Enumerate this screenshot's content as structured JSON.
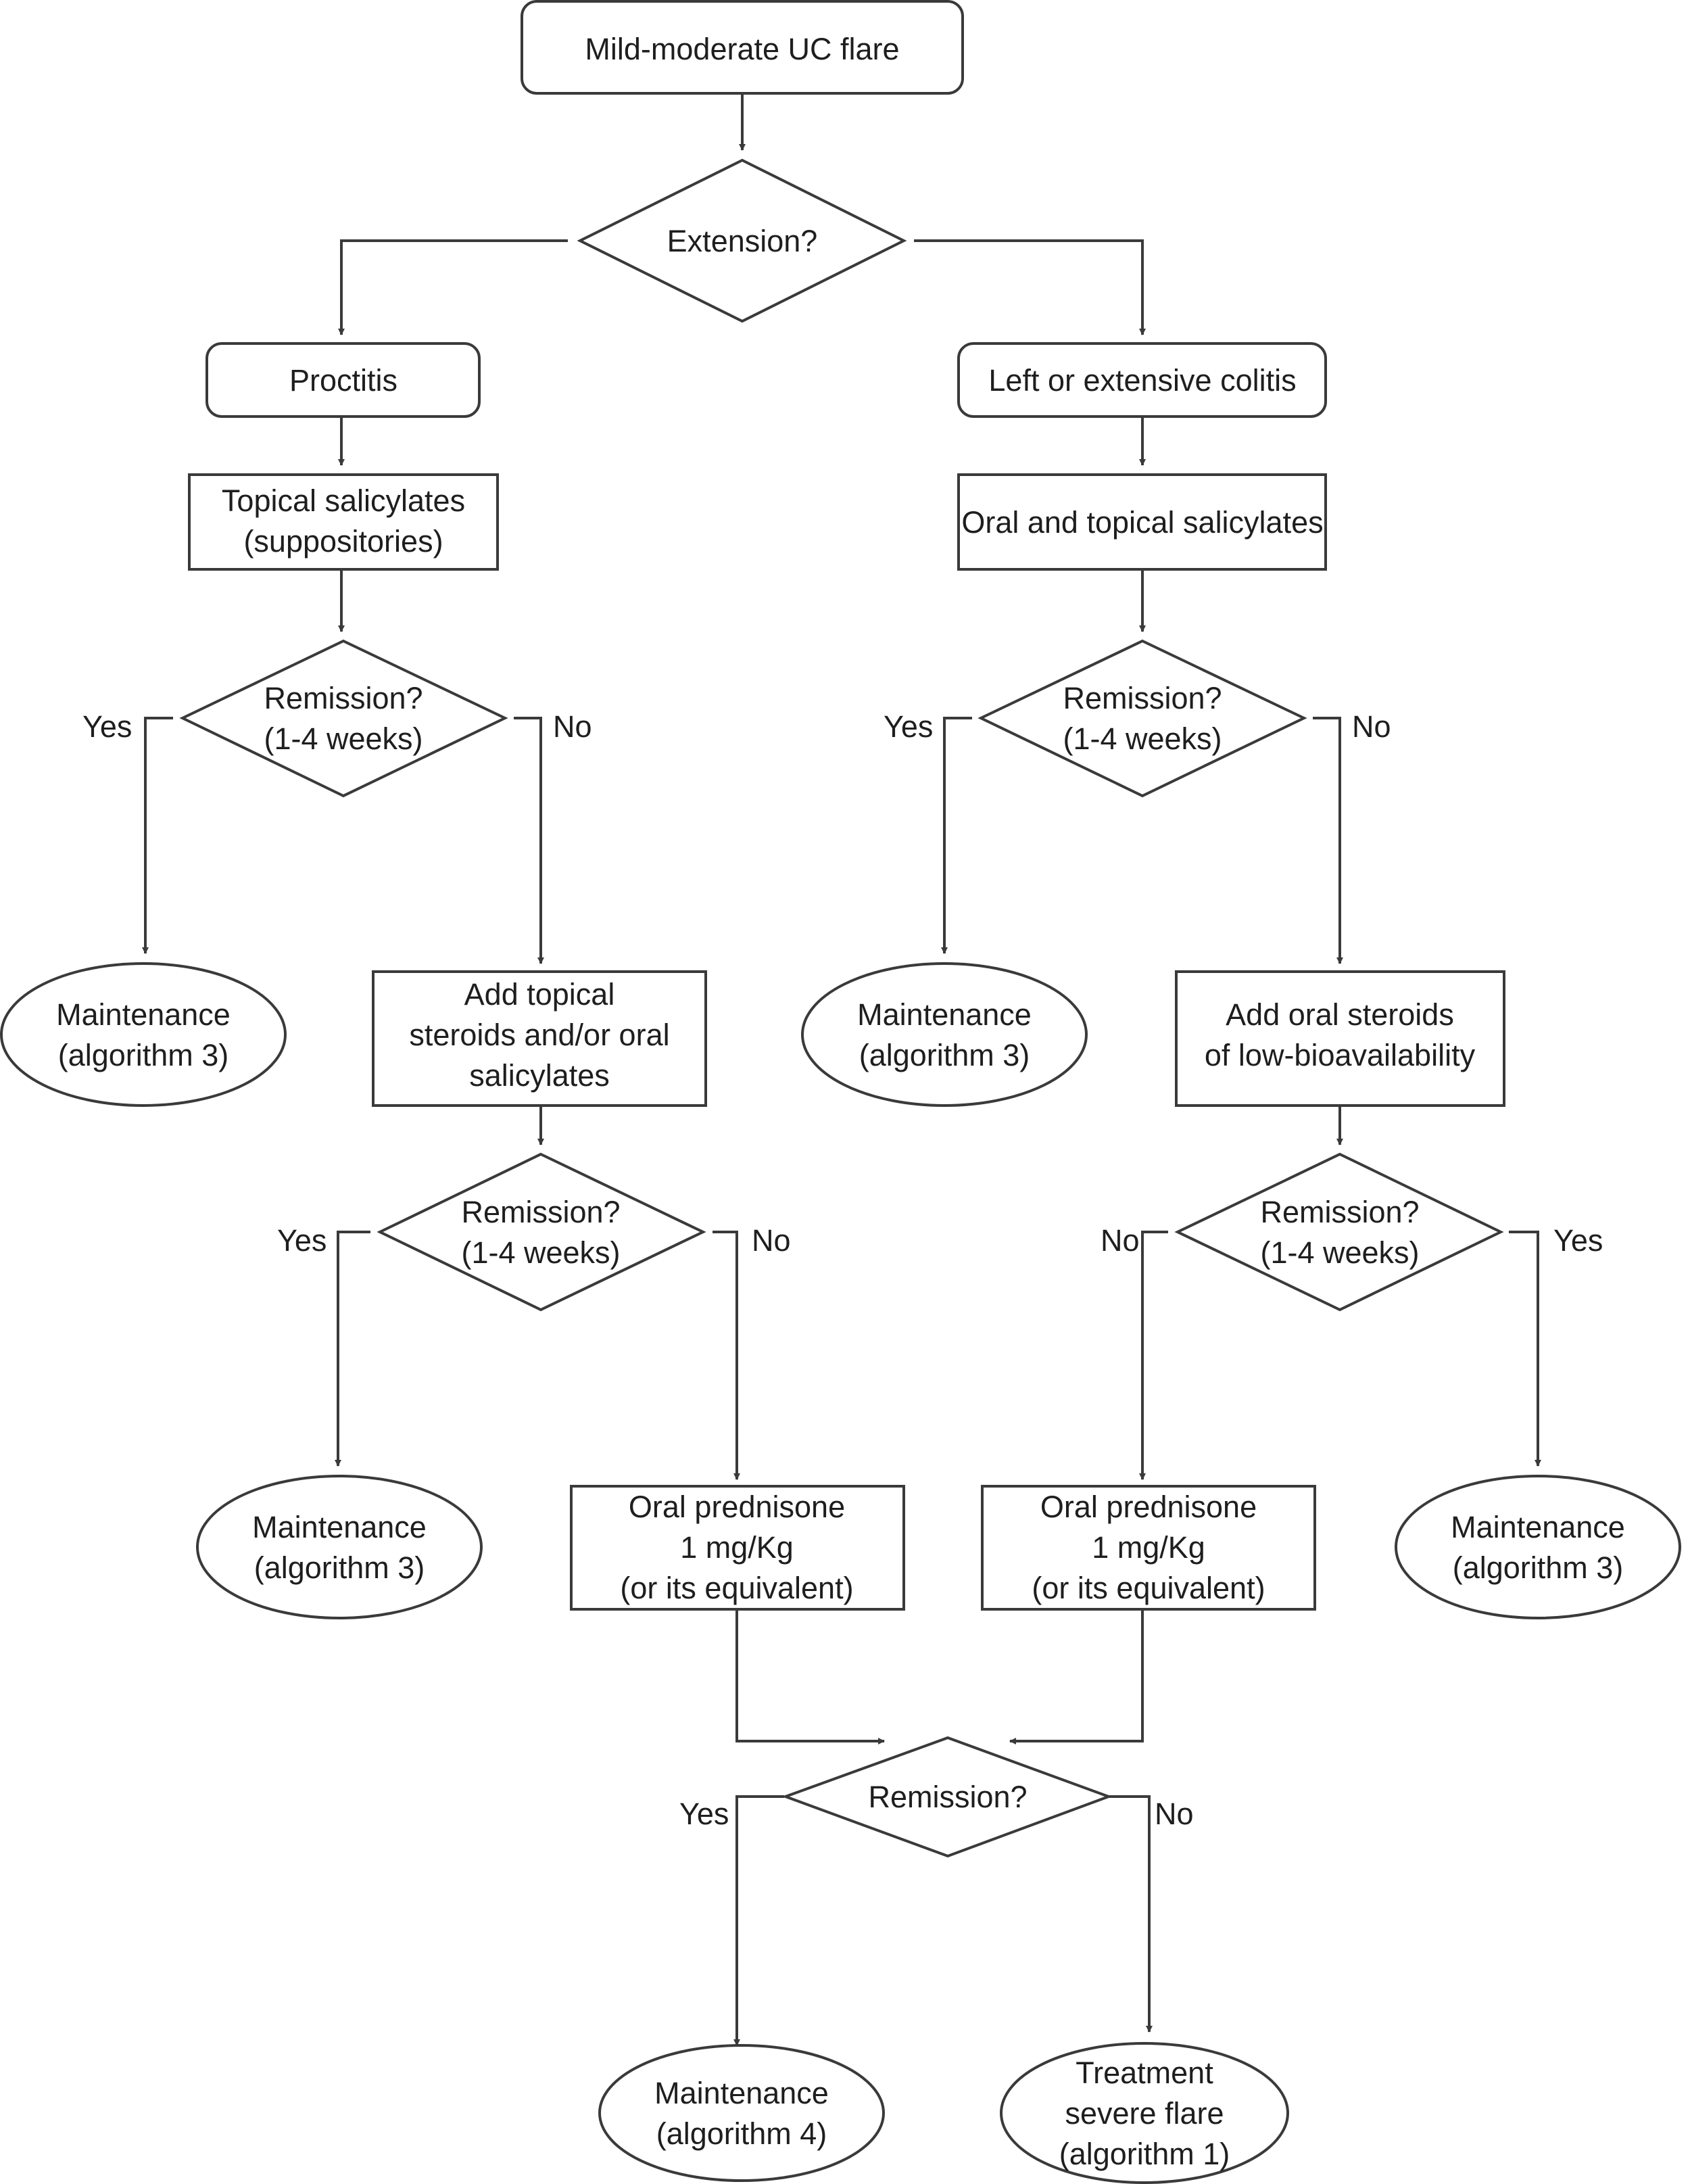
{
  "nodes": {
    "start": {
      "lines": [
        "Mild-moderate UC flare"
      ]
    },
    "extension": {
      "lines": [
        "Extension?"
      ]
    },
    "proctitis": {
      "lines": [
        "Proctitis"
      ]
    },
    "left_colitis": {
      "lines": [
        "Left or extensive colitis"
      ]
    },
    "topical_sal": {
      "lines": [
        "Topical salicylates",
        "(suppositories)"
      ]
    },
    "oral_top_sal": {
      "lines": [
        "Oral and topical salicylates"
      ]
    },
    "rem_l1": {
      "lines": [
        "Remission?",
        "(1-4 weeks)"
      ]
    },
    "rem_r1": {
      "lines": [
        "Remission?",
        "(1-4 weeks)"
      ]
    },
    "maint_l1": {
      "lines": [
        "Maintenance",
        "(algorithm 3)"
      ]
    },
    "add_topical": {
      "lines": [
        "Add topical",
        "steroids and/or oral",
        "salicylates"
      ]
    },
    "maint_r1": {
      "lines": [
        "Maintenance",
        "(algorithm 3)"
      ]
    },
    "add_oral": {
      "lines": [
        "Add oral steroids",
        "of low-bioavailability"
      ]
    },
    "rem_l2": {
      "lines": [
        "Remission?",
        "(1-4 weeks)"
      ]
    },
    "rem_r2": {
      "lines": [
        "Remission?",
        "(1-4 weeks)"
      ]
    },
    "maint_l2": {
      "lines": [
        "Maintenance",
        "(algorithm 3)"
      ]
    },
    "pred_l": {
      "lines": [
        "Oral prednisone",
        "1 mg/Kg",
        "(or its equivalent)"
      ]
    },
    "pred_r": {
      "lines": [
        "Oral prednisone",
        "1 mg/Kg",
        "(or its equivalent)"
      ]
    },
    "maint_r2": {
      "lines": [
        "Maintenance",
        "(algorithm 3)"
      ]
    },
    "rem_final": {
      "lines": [
        "Remission?"
      ]
    },
    "maint_final": {
      "lines": [
        "Maintenance",
        "(algorithm 4)"
      ]
    },
    "severe": {
      "lines": [
        "Treatment",
        "severe flare",
        "(algorithm 1)"
      ]
    }
  },
  "edge_labels": {
    "l1_yes": "Yes",
    "l1_no": "No",
    "r1_yes": "Yes",
    "r1_no": "No",
    "l2_yes": "Yes",
    "l2_no": "No",
    "r2_no": "No",
    "r2_yes": "Yes",
    "final_yes": "Yes",
    "final_no": "No"
  },
  "colors": {
    "stroke": "#3a3a3a",
    "text": "#1e1e1e",
    "background": "#ffffff"
  }
}
